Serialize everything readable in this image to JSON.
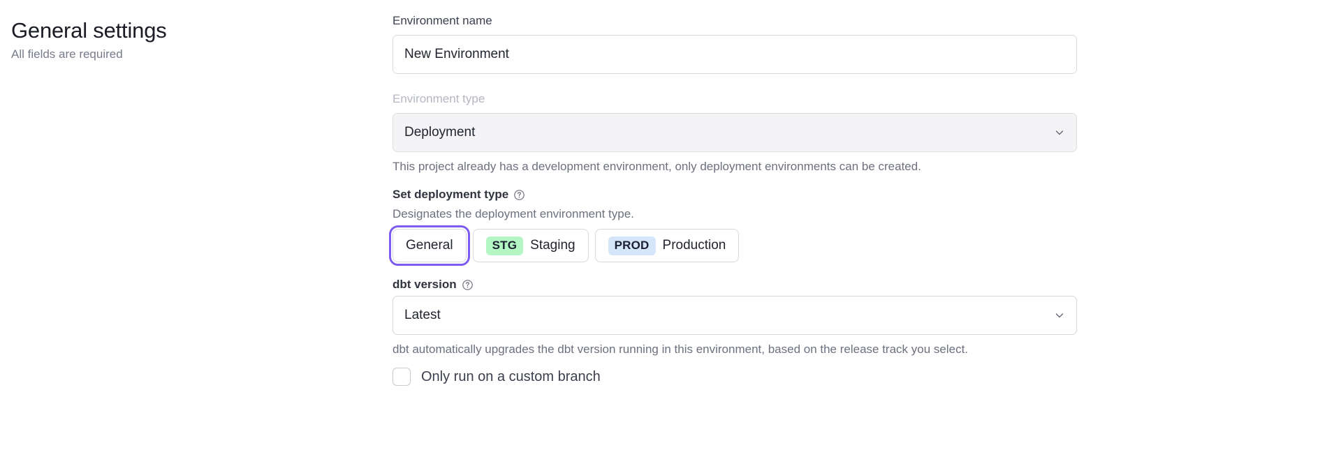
{
  "header": {
    "title": "General settings",
    "subtitle": "All fields are required"
  },
  "form": {
    "environment_name": {
      "label": "Environment name",
      "value": "New Environment",
      "placeholder": "Environment name"
    },
    "environment_type": {
      "label": "Environment type",
      "value": "Deployment",
      "disabled": true,
      "helper_text": "This project already has a development environment, only deployment environments can be created.",
      "chevron_icon": "chevron-down-icon"
    },
    "deployment_type": {
      "label": "Set deployment type",
      "help_icon": "help-circle-icon",
      "description": "Designates the deployment environment type.",
      "options": [
        {
          "label": "General",
          "badge": "",
          "selected": true
        },
        {
          "label": "Staging",
          "badge": "STG",
          "selected": false
        },
        {
          "label": "Production",
          "badge": "PROD",
          "selected": false
        }
      ]
    },
    "dbt_version": {
      "label": "dbt version",
      "help_icon": "help-circle-icon",
      "value": "Latest",
      "helper_text": "dbt automatically upgrades the dbt version running in this environment, based on the release track you select.",
      "chevron_icon": "chevron-down-icon"
    },
    "custom_branch": {
      "label": "Only run on a custom branch",
      "checked": false
    }
  },
  "colors": {
    "focus_ring": "#7c5cf0",
    "badge_staging_bg": "#b4f5c4",
    "badge_production_bg": "#d5e6fb",
    "disabled_bg": "#f4f4f6",
    "border": "#d8d9de"
  }
}
